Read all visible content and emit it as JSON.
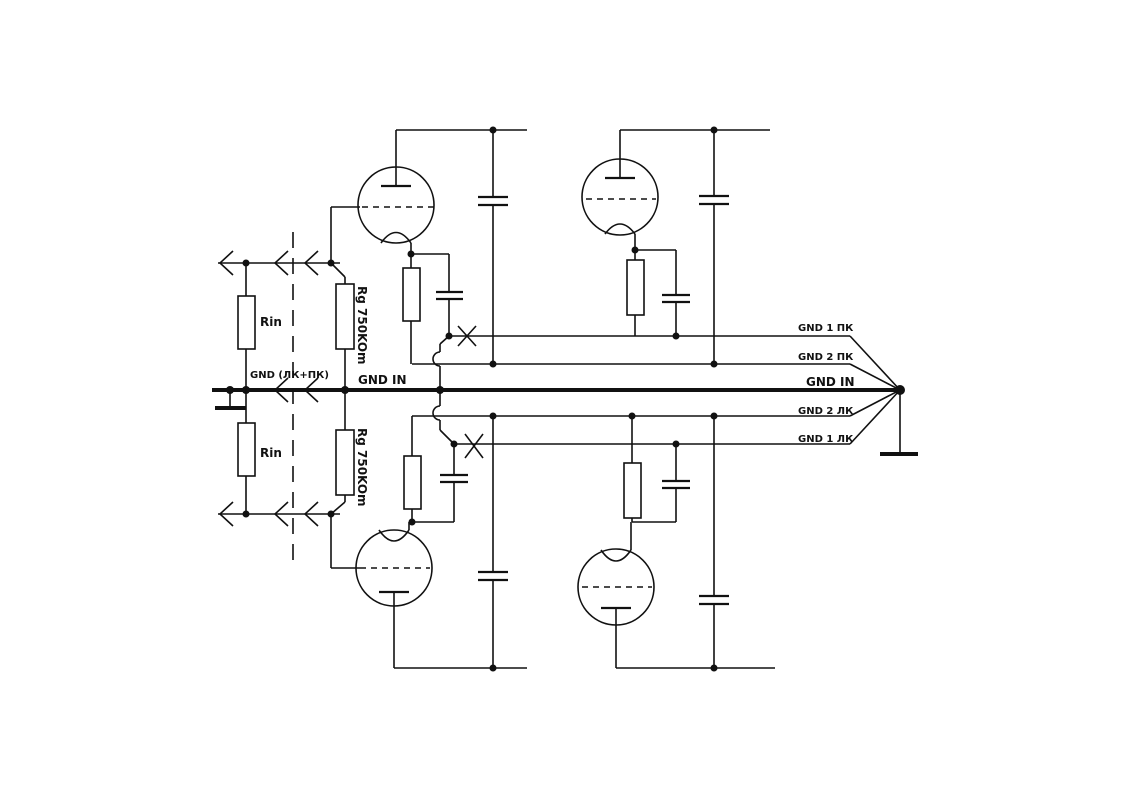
{
  "labels": {
    "rin_top": "Rin",
    "rin_bottom": "Rin",
    "rg_top": "Rg 750KOm",
    "rg_bottom": "Rg 750KOm",
    "gnd_lk_pk": "GND (ЛК+ПК)",
    "gnd_in_left": "GND IN",
    "gnd_1pk": "GND 1 ПК",
    "gnd_2pk": "GND 2 ПК",
    "gnd_in_right": "GND IN",
    "gnd_2lk": "GND 2 ЛК",
    "gnd_1lk": "GND 1 ЛК"
  }
}
